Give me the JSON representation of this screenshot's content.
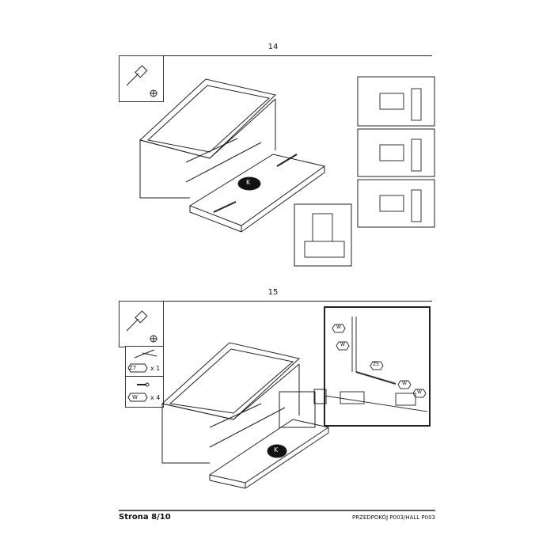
{
  "steps": [
    {
      "number": "14",
      "marker": "K"
    },
    {
      "number": "15",
      "marker": "K",
      "parts": [
        {
          "code": "Z7",
          "qty": "x 1"
        },
        {
          "code": "W",
          "qty": "x 4"
        }
      ],
      "detail_labels": [
        "W",
        "W",
        "Z5",
        "W",
        "W"
      ]
    }
  ],
  "footer": {
    "page": "Strona 8/10",
    "product": "PRZEDPOKÓJ P003/HALL P003"
  }
}
